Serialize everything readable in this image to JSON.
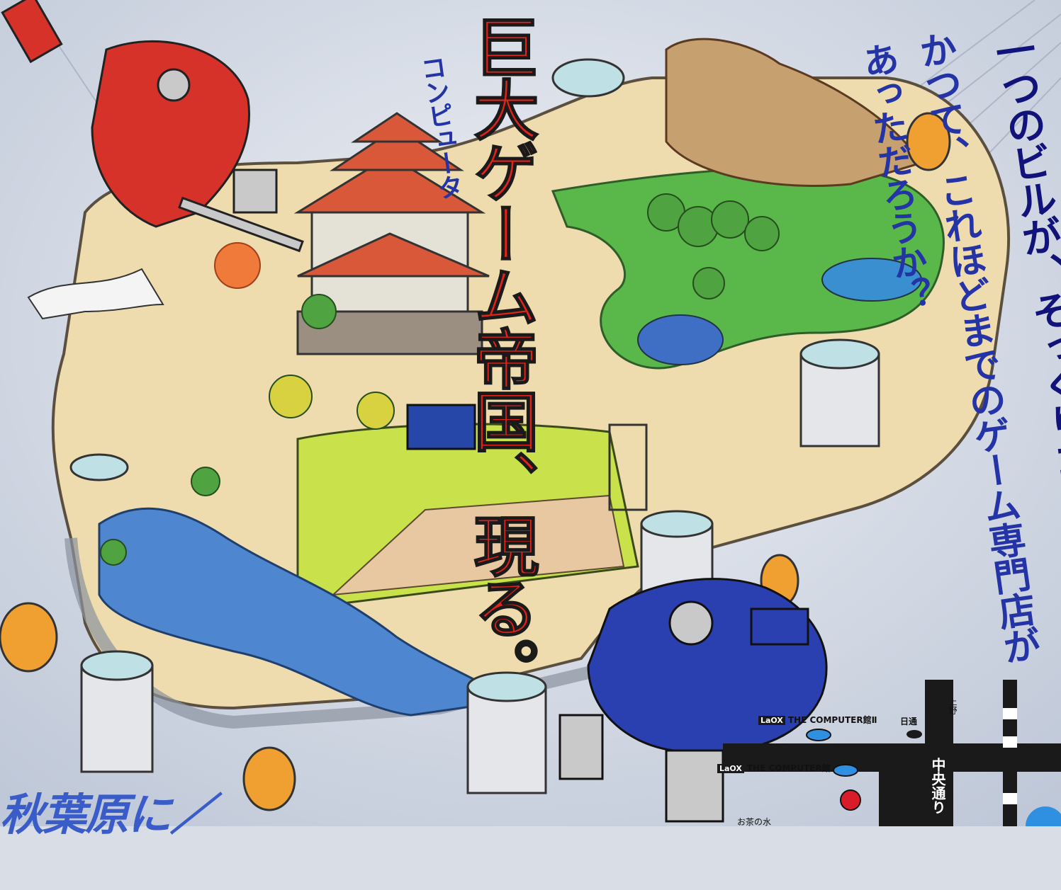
{
  "poster": {
    "title": "巨大ゲーム帝国、現る。",
    "title_ruby": "コンピュータ",
    "tagline_lines": [
      "一つのビルが、そっくりコンピュータゲーム専門！",
      "かつて、これほどまでのゲーム専門店が",
      "あっただろうか？"
    ],
    "bottom_caption": "秋葉原に／"
  },
  "map": {
    "store_2_logo": "LaOX",
    "store_2_name": "THE COMPUTER館Ⅱ",
    "store_1_logo": "LaOX",
    "store_1_name": "THE COMPUTER館",
    "landmark_nichitsu": "日通",
    "direction_ueno": "上野",
    "street_chuo": "中央通り",
    "station_ochanomizu": "お茶の水"
  },
  "colors": {
    "title_red": "#e2231a",
    "tagline_navy": "#12137a",
    "tagline_blue": "#2433a6",
    "map_black": "#1a1a1a",
    "store_marker_blue": "#2f8fe0",
    "station_marker_red": "#d91c2a"
  }
}
